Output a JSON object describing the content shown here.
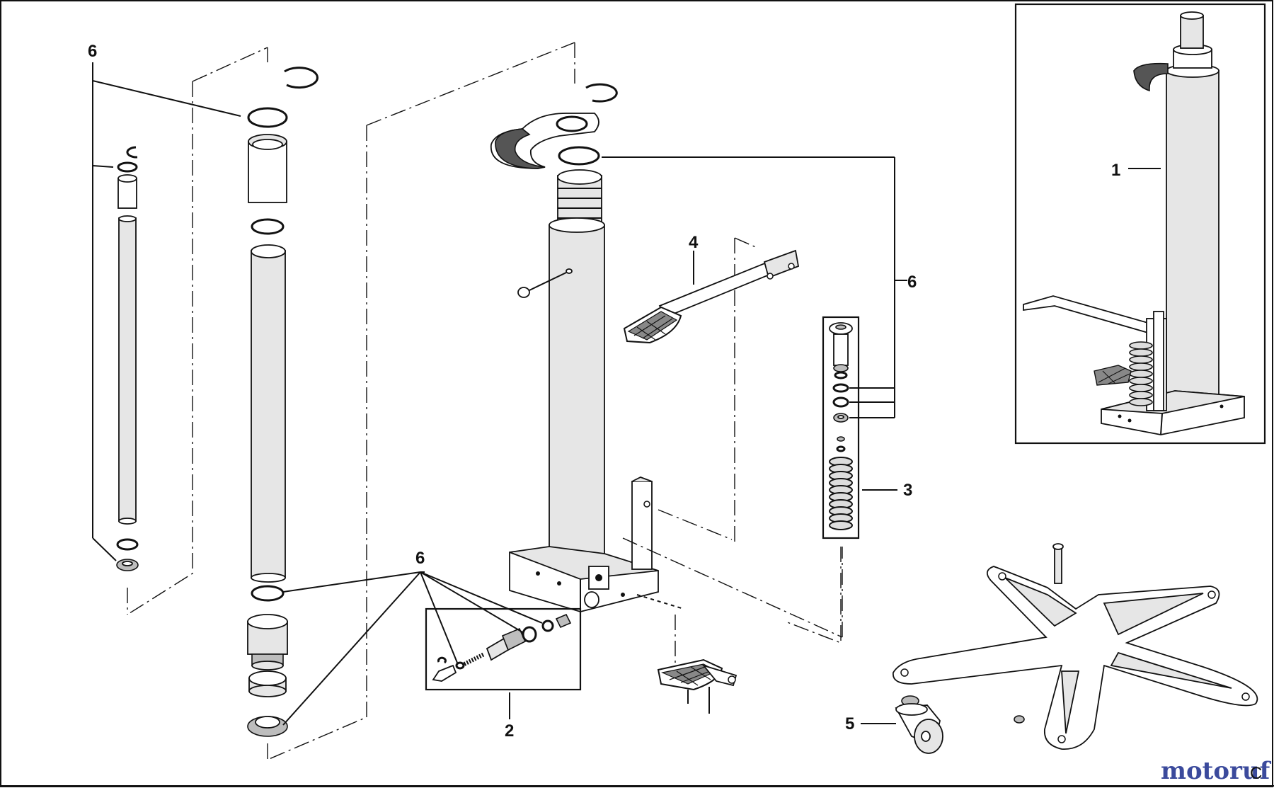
{
  "callouts": {
    "c1": "1",
    "c2": "2",
    "c3": "3",
    "c4": "4",
    "c5": "5",
    "c6_left": "6",
    "c6_right": "6",
    "c6_bottom": "6"
  },
  "watermark": {
    "text": "motoruf",
    "suffix": "C"
  },
  "colors": {
    "line": "#111111",
    "watermark_left": "#3b4a9c",
    "watermark_right": "#c9a227"
  }
}
